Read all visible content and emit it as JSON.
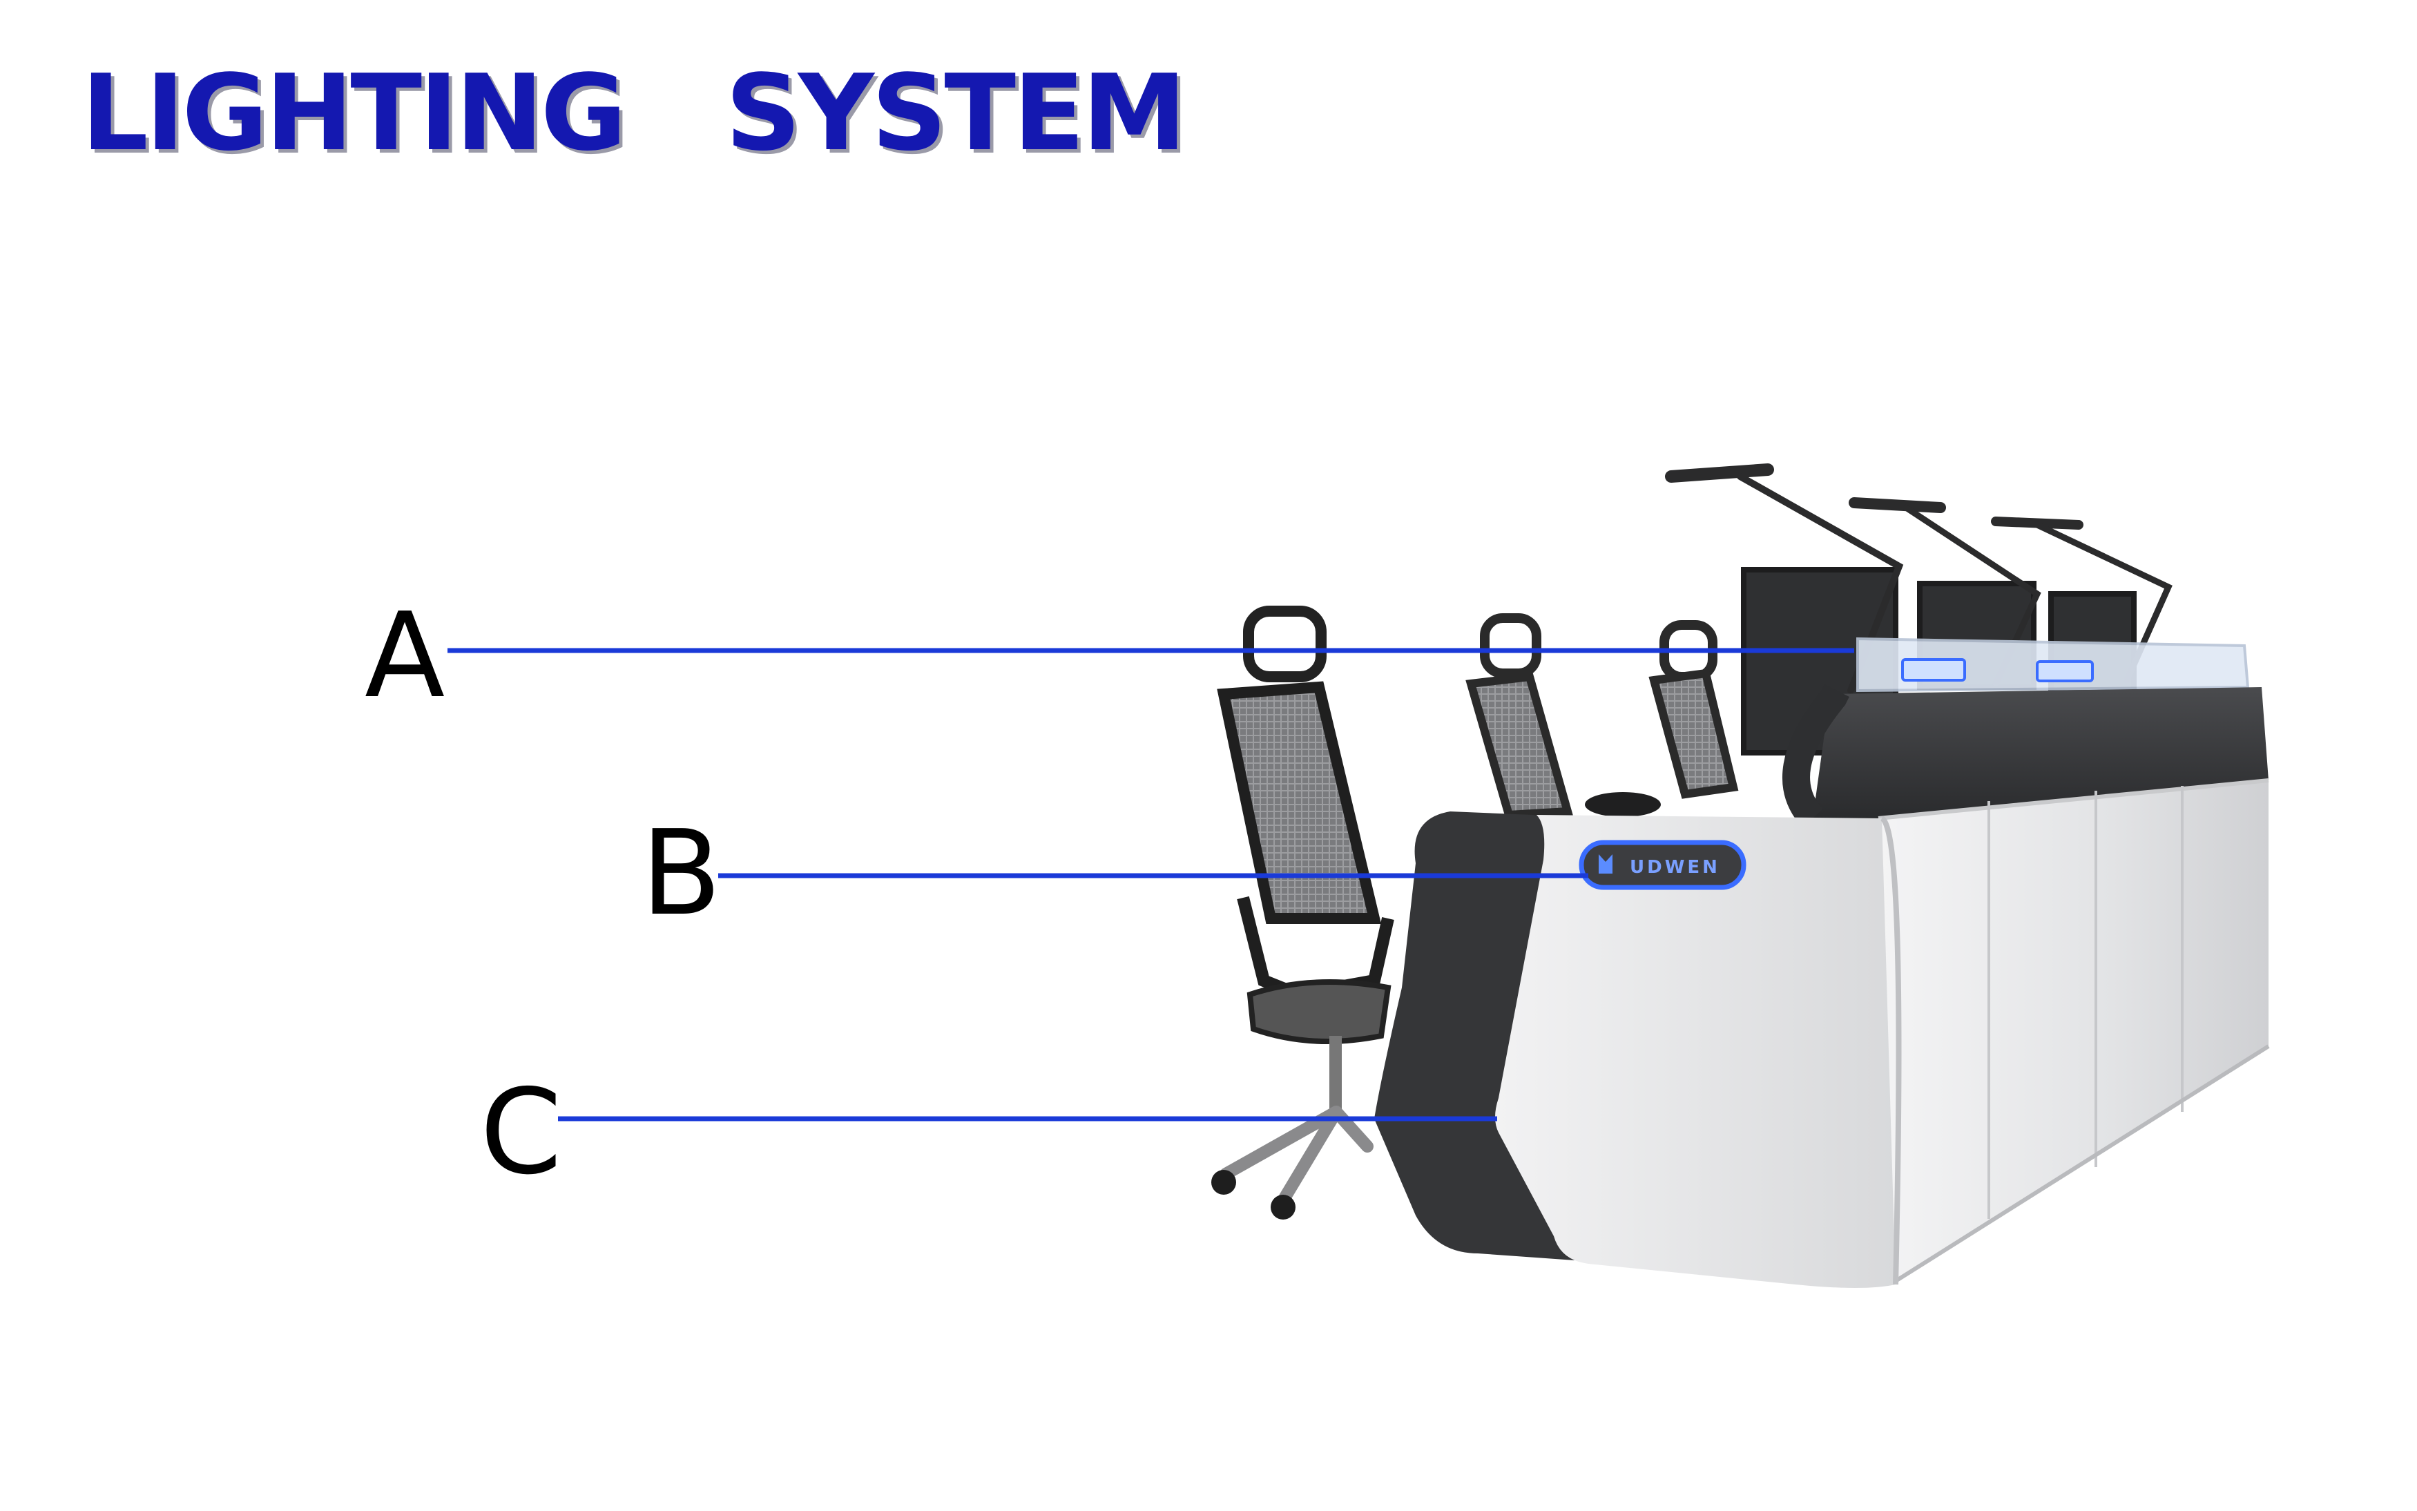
{
  "title": "LIGHTING   SYSTEM",
  "callouts": [
    {
      "label": "A"
    },
    {
      "label": "B"
    },
    {
      "label": "C"
    }
  ],
  "brand_mark": "UDWEN",
  "colors": {
    "title": "#1418b0",
    "leader_line": "#1a3ad8",
    "desk_body": "#e4e5e7",
    "desk_dark": "#3a3b3d",
    "accent_light": "#3a6cff"
  }
}
